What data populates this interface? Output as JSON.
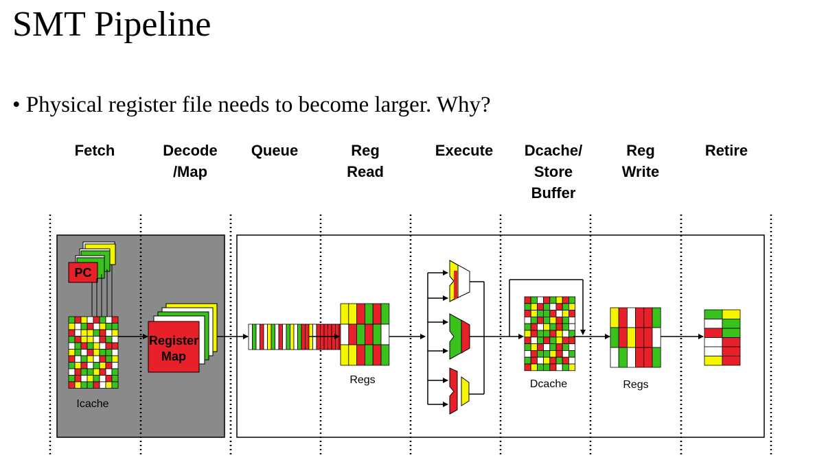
{
  "title": "SMT Pipeline",
  "bullet": "Physical register file needs to become larger. Why?",
  "bullet_marker": "•",
  "stages": [
    "Fetch",
    "Decode\n/Map",
    "Queue",
    "Reg\nRead",
    "Execute",
    "Dcache/\nStore\nBuffer",
    "Reg\nWrite",
    "Retire"
  ],
  "components": {
    "pc": "PC",
    "icache": "Icache",
    "register_map_line1": "Register",
    "register_map_line2": "Map",
    "regs_read": "Regs",
    "dcache": "Dcache",
    "regs_write": "Regs"
  },
  "colors": {
    "red": "#e8202a",
    "green": "#39c21c",
    "yellow": "#f6f600",
    "white": "#ffffff",
    "gray_panel": "#8a8a8a"
  }
}
